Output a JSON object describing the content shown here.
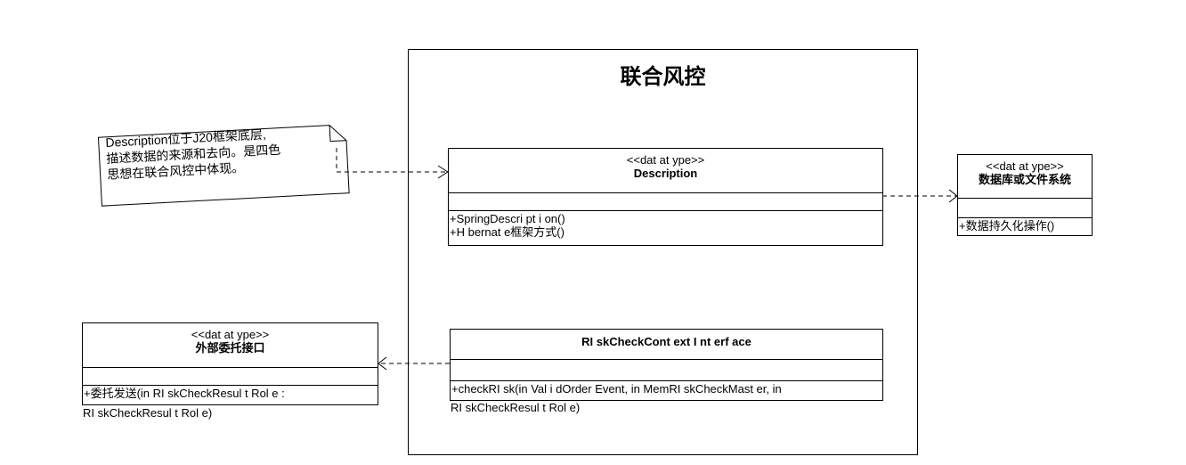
{
  "package": {
    "title": "联合风控"
  },
  "note": {
    "lines": [
      "Description位于J20框架底层,",
      "描述数据的来源和去向。是四色",
      "思想在联合风控中体现。"
    ]
  },
  "classes": {
    "description": {
      "stereotype": "<<dat at ype>>",
      "name": "Description",
      "operations": [
        "+SpringDescri pt i on()",
        "+H bernat e框架方式()"
      ]
    },
    "database": {
      "stereotype": "<<dat at ype>>",
      "name": "数据库或文件系统",
      "operations": [
        "+数据持久化操作()"
      ]
    },
    "external": {
      "stereotype": "<<dat at ype>>",
      "name": "外部委托接口",
      "operations": [
        "+委托发送(in RI skCheckResul t Rol e :",
        "RI skCheckResul t Rol e)"
      ]
    },
    "risk": {
      "name": "RI skCheckCont ext I nt erf ace",
      "operations": [
        "+checkRI sk(in Val i dOrder Event, in MemRI skCheckMast er, in",
        "RI skCheckResul t Rol e)"
      ]
    }
  }
}
